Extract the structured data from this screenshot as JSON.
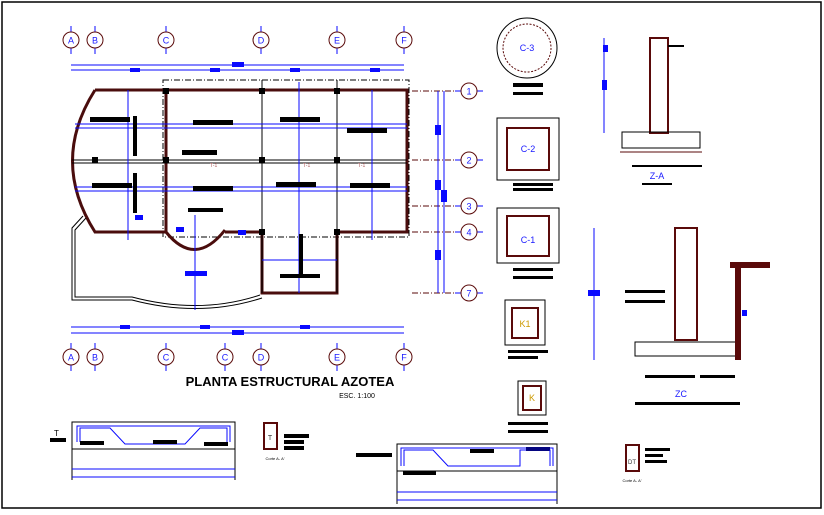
{
  "title": "PLANTA ESTRUCTURAL AZOTEA",
  "scale": "ESC. 1:100",
  "grid": {
    "top_axes": [
      "A",
      "B",
      "C",
      "D",
      "E",
      "F"
    ],
    "bottom_axes": [
      "A",
      "B",
      "C",
      "C",
      "D",
      "E",
      "F"
    ],
    "row_axes": [
      "1",
      "2",
      "3",
      "4",
      "7"
    ]
  },
  "plan_beam_labels": [
    "T-1",
    "T-1",
    "T-1"
  ],
  "columns": [
    "C-3",
    "C-2",
    "C-1",
    "K1",
    "K"
  ],
  "footings": [
    "Z-A",
    "ZC"
  ],
  "beam_details": {
    "t_label": "T",
    "t_section": "T",
    "dt_section": "DT",
    "cut_label_1": "Corte A- A'",
    "cut_label_2": "Corte A- A'"
  },
  "colors": {
    "wall": "#4a0d0d",
    "rebar": "#0a0aff",
    "outline": "#000000",
    "label": "#1a1aff"
  }
}
